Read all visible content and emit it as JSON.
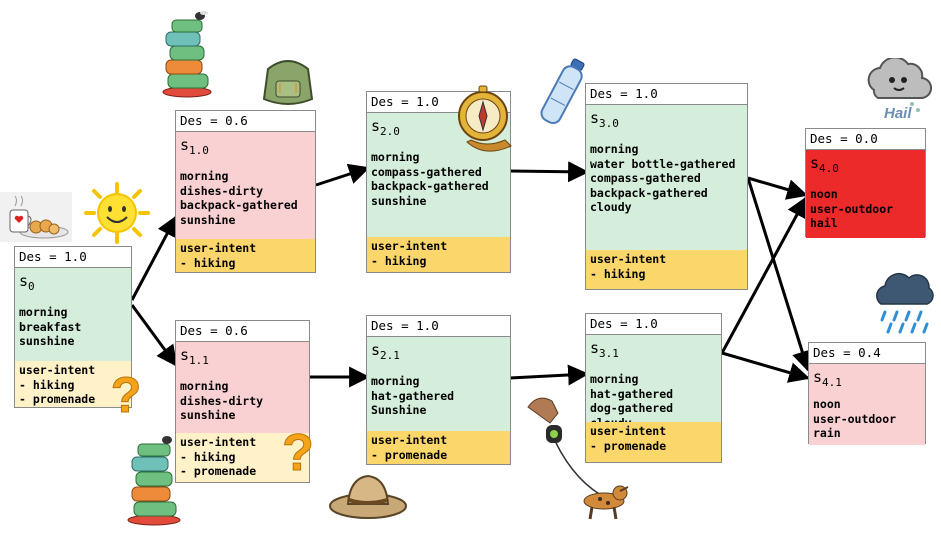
{
  "states": {
    "s0": {
      "des": "Des = 1.0",
      "name": "s",
      "sub": "0",
      "lines": [
        "morning",
        "breakfast",
        "sunshine"
      ],
      "intent": [
        "user-intent",
        "- hiking",
        "- promenade"
      ]
    },
    "s10": {
      "des": "Des = 0.6",
      "name": "s",
      "sub": "1.0",
      "lines": [
        "morning",
        "dishes-dirty",
        "backpack-gathered",
        "sunshine"
      ],
      "intent": [
        "user-intent",
        "- hiking"
      ]
    },
    "s11": {
      "des": "Des = 0.6",
      "name": "s",
      "sub": "1.1",
      "lines": [
        "morning",
        "dishes-dirty",
        "sunshine"
      ],
      "intent": [
        "user-intent",
        "- hiking",
        "- promenade"
      ]
    },
    "s20": {
      "des": "Des = 1.0",
      "name": "s",
      "sub": "2.0",
      "lines": [
        "morning",
        "compass-gathered",
        "backpack-gathered",
        "sunshine"
      ],
      "intent": [
        "user-intent",
        "- hiking"
      ]
    },
    "s21": {
      "des": "Des = 1.0",
      "name": "s",
      "sub": "2.1",
      "lines": [
        "morning",
        "hat-gathered",
        "Sunshine"
      ],
      "intent": [
        "user-intent",
        "- promenade"
      ]
    },
    "s30": {
      "des": "Des = 1.0",
      "name": "s",
      "sub": "3.0",
      "lines": [
        "morning",
        "water bottle-gathered",
        "compass-gathered",
        "backpack-gathered",
        "cloudy"
      ],
      "intent": [
        "user-intent",
        "- hiking"
      ]
    },
    "s31": {
      "des": "Des = 1.0",
      "name": "s",
      "sub": "3.1",
      "lines": [
        "morning",
        "hat-gathered",
        "dog-gathered",
        "cloudy"
      ],
      "intent": [
        "user-intent",
        "- promenade"
      ]
    },
    "s40": {
      "des": "Des = 0.0",
      "name": "s",
      "sub": "4.0",
      "lines": [
        "noon",
        "user-outdoor",
        "hail"
      ]
    },
    "s41": {
      "des": "Des = 0.4",
      "name": "s",
      "sub": "4.1",
      "lines": [
        "noon",
        "user-outdoor",
        "rain"
      ]
    }
  },
  "icons": {
    "hail_label": "Hail",
    "question_mark": "?"
  },
  "colors": {
    "green": "#d4eedb",
    "pink": "#f9d1d3",
    "red": "#ec2a2a",
    "yellow": "#fbd76b",
    "light_yellow": "#fff1c8",
    "arrow": "#000000"
  }
}
